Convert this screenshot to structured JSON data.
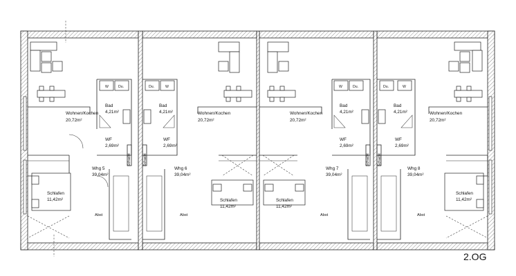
{
  "title": "2.OG",
  "colors": {
    "line": "#222222",
    "background": "#ffffff"
  },
  "units": [
    {
      "apartment": "Whg 5",
      "apartment_area": "39,04m²",
      "living": "Wohnen/Kochen",
      "living_area": "20,72m²",
      "bath": "Bad",
      "bath_area": "4,21m²",
      "hall": "WF",
      "hall_area": "2,69m²",
      "bed": "Schlafen",
      "bed_area": "11,42m²",
      "shaft": "Schacht",
      "storage": "Abst",
      "washer": "W",
      "shower": "Du."
    },
    {
      "apartment": "Whg 6",
      "apartment_area": "39,04m²",
      "living": "Wohnen/Kochen",
      "living_area": "20,72m²",
      "bath": "Bad",
      "bath_area": "4,21m²",
      "hall": "WF",
      "hall_area": "2,69m²",
      "bed": "Schlafen",
      "bed_area": "11,42m²",
      "shaft": "Schacht",
      "storage": "Abst",
      "washer": "W",
      "shower": "Du."
    },
    {
      "apartment": "Whg 7",
      "apartment_area": "39,04m²",
      "living": "Wohnen/Kochen",
      "living_area": "20,72m²",
      "bath": "Bad",
      "bath_area": "4,21m²",
      "hall": "WF",
      "hall_area": "2,69m²",
      "bed": "Schlafen",
      "bed_area": "11,42m²",
      "shaft": "Schacht",
      "storage": "Abst",
      "washer": "W",
      "shower": "Du."
    },
    {
      "apartment": "Whg 8",
      "apartment_area": "39,04m²",
      "living": "Wohnen/Kochen",
      "living_area": "20,72m²",
      "bath": "Bad",
      "bath_area": "4,21m²",
      "hall": "WF",
      "hall_area": "2,69m²",
      "bed": "Schlafen",
      "bed_area": "11,42m²",
      "shaft": "Schacht",
      "storage": "Abst",
      "washer": "W",
      "shower": "Du."
    }
  ]
}
